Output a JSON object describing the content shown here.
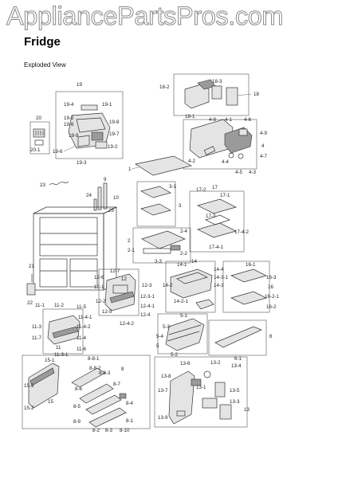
{
  "watermark": "AppliancePartsPros.com",
  "title": "Fridge",
  "subtitle": "Exploded View",
  "callouts": {
    "c19": "19",
    "c19_4": "19-4",
    "c19_1": "19-1",
    "c19_5": "19-5",
    "c19_6": "19-6",
    "c19_7": "19-7",
    "c19_8": "19-8",
    "c19_9": "19-9",
    "c19_2": "19-2",
    "c19_3": "19-3",
    "c19_6b": "19-6",
    "c20": "20",
    "c20_1": "20-1",
    "c18_2": "18-2",
    "c18_3": "18-3",
    "c18": "18",
    "c18_1": "18-1",
    "c4_8": "4-8",
    "c4_1": "4-1",
    "c4_6": "4-6",
    "c4_9": "4-9",
    "c4": "4",
    "c4_7": "4-7",
    "c4_2": "4-2",
    "c4_4": "4-4",
    "c4_5": "4-5",
    "c4_3": "4-3",
    "c1": "1",
    "c23": "23",
    "c9": "9",
    "c24": "24",
    "c10": "10",
    "c25": "25",
    "c3_1": "3-1",
    "c3": "3",
    "c17_2": "17-2",
    "c17": "17",
    "c17_1": "17-1",
    "c17_3": "17-3",
    "c17_4_2": "17-4-2",
    "c17_4_1": "17-4-1",
    "c2_4": "2-4",
    "c2": "2",
    "c2_1": "2-1",
    "c2_2": "2-2",
    "c3_3": "3-3",
    "c21": "21",
    "c22": "22",
    "c12_7": "12-7",
    "c12": "12",
    "c12_6": "12-6",
    "c12_1": "12-1",
    "c12_3": "12-3",
    "c12_3_1": "12-3-1",
    "c12_2": "12-2",
    "c12_5": "12-5",
    "c12_4_1": "12-4-1",
    "c12_4": "12-4",
    "c12_4_2": "12-4-2",
    "c14_1": "14-1",
    "c14": "14",
    "c14_4": "14-4",
    "c14_3_1": "14-3-1",
    "c14_3": "14-3",
    "c14_2": "14-2",
    "c14_2_1": "14-2-1",
    "c16_1": "16-1",
    "c16_3": "16-3",
    "c16": "16",
    "c16_2_1": "16-2-1",
    "c16_2": "16-2",
    "c11_1": "11-1",
    "c11_2": "11-2",
    "c11_5": "11-5",
    "c11_4_1": "11-4-1",
    "c11_3": "11-3",
    "c11_4_2": "11-4-2",
    "c11_7": "11-7",
    "c11_4": "11-4",
    "c11": "11",
    "c11_3_1": "11-3-1",
    "c11_6": "11-6",
    "c5_1": "5-1",
    "c5_3": "5-3",
    "c5_4": "5-4",
    "c5": "5",
    "c5_2": "5-2",
    "c6": "6",
    "c6_1": "6-1",
    "c15_1": "15-1",
    "c8_8_1": "8-8-1",
    "c8_8_2": "8-8-2",
    "c8_8_3": "8-8-3",
    "c8": "8",
    "c15_3": "15-3",
    "c8_6": "8-6",
    "c8_7": "8-7",
    "c15": "15",
    "c8_5": "8-5",
    "c15_2": "15-2",
    "c8_4": "8-4",
    "c8_1": "8-1",
    "c8_9": "8-9",
    "c8_2": "8-2",
    "c8_3": "8-3",
    "c8_10": "8-10",
    "c13_6": "13-6",
    "c13_2": "13-2",
    "c13_4": "13-4",
    "c13_8": "13-8",
    "c13_1": "13-1",
    "c13_7": "13-7",
    "c13_5": "13-5",
    "c13_3": "13-3",
    "c13_9": "13-9",
    "c13": "13"
  }
}
